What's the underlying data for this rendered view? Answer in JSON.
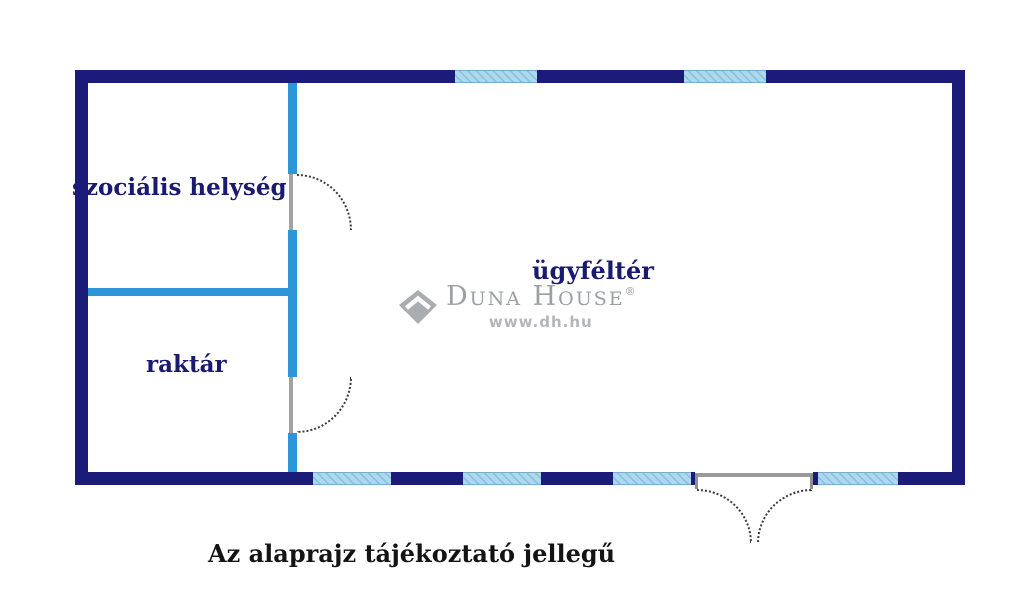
{
  "floorplan": {
    "rooms": {
      "szocialis": "szociális helység",
      "raktar": "raktár",
      "ugyfelter": "ügyféltér"
    },
    "caption": "Az alaprajz tájékoztató jellegű",
    "colors": {
      "outer_wall": "#1b1b7a",
      "interior_wall": "#2d96d8",
      "window_fill": "#aed9ec",
      "window_hatch": "#8cc3de",
      "room_label_text": "#1a1a70",
      "caption_text": "#141414",
      "door_swing_line": "#3c3c3c",
      "door_frame_gray": "#9a9a9a",
      "watermark_gray": "#9aa0a5"
    }
  },
  "watermark": {
    "logo_icon": "duna-house-diamond-icon",
    "brand_word1": "Duna",
    "brand_word2": "House",
    "registered_mark": "®",
    "website": "www.dh.hu"
  }
}
